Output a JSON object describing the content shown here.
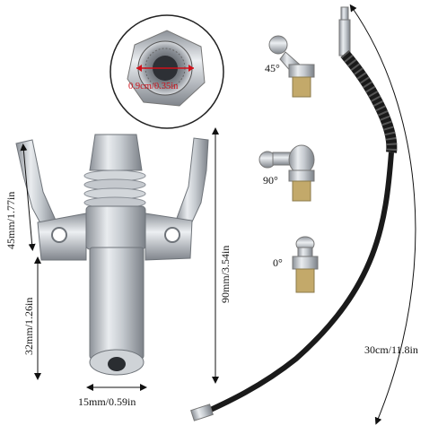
{
  "labels": {
    "thread_size": "0.9cm/0.35in",
    "angle_45": "45°",
    "angle_90": "90°",
    "angle_0": "0°",
    "jaw_length": "45mm/1.77in",
    "body_length": "32mm/1.26in",
    "total_length": "90mm/3.54in",
    "nozzle_diameter": "15mm/0.59in",
    "hose_length": "30cm/11.8in"
  },
  "colors": {
    "background": "#ffffff",
    "metal": "#b7bcc2",
    "hose": "#1a1a1a",
    "dimension_text": "#111111",
    "thread_label": "#d0101a"
  }
}
